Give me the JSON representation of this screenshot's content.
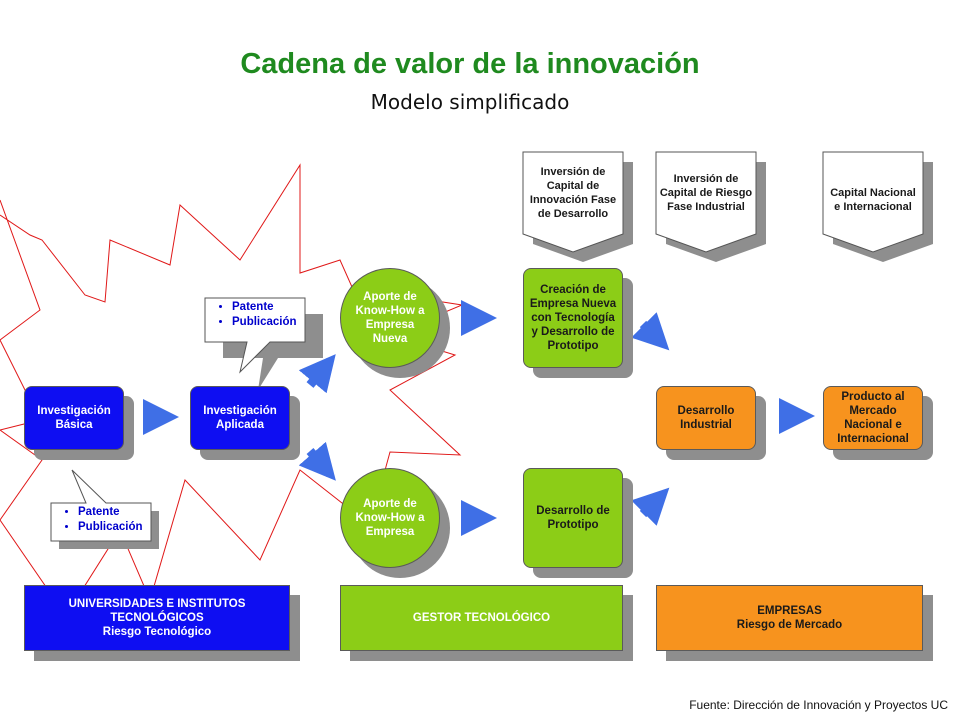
{
  "title": "Cadena de valor de la innovación",
  "subtitle": "Modelo simplificado",
  "source": "Fuente: Dirección de Innovación y Proyectos UC",
  "colors": {
    "blue": "#0e0ef2",
    "green": "#8ccd17",
    "orange": "#f7931e",
    "title_green": "#1f8a1f",
    "arrow_blue": "#3f6fe6",
    "star_red": "#e01818"
  },
  "capital": {
    "innovacion": "Inversión de Capital de Innovación Fase de Desarrollo",
    "riesgo": "Inversión de Capital de Riesgo Fase Industrial",
    "nacional": "Capital Nacional e Internacional"
  },
  "nodes": {
    "investigacion_basica": "Investigación Básica",
    "investigacion_aplicada": "Investigación Aplicada",
    "aporte_nueva": "Aporte de Know-How a Empresa Nueva",
    "aporte_empresa": "Aporte de Know-How a Empresa",
    "creacion_empresa": "Creación de Empresa Nueva con Tecnología y Desarrollo de Prototipo",
    "desarrollo_prototipo": "Desarrollo de Prototipo",
    "desarrollo_industrial": "Desarrollo Industrial",
    "producto_mercado": "Producto al Mercado Nacional e Internacional"
  },
  "callouts": {
    "top": [
      "Patente",
      "Publicación"
    ],
    "bottom": [
      "Patente",
      "Publicación"
    ]
  },
  "bars": {
    "universidades": {
      "line1": "UNIVERSIDADES E INSTITUTOS TECNOLÓGICOS",
      "line2": "Riesgo Tecnológico"
    },
    "gestor": {
      "line1": "GESTOR TECNOLÓGICO"
    },
    "empresas": {
      "line1": "EMPRESAS",
      "line2": "Riesgo de Mercado"
    }
  }
}
